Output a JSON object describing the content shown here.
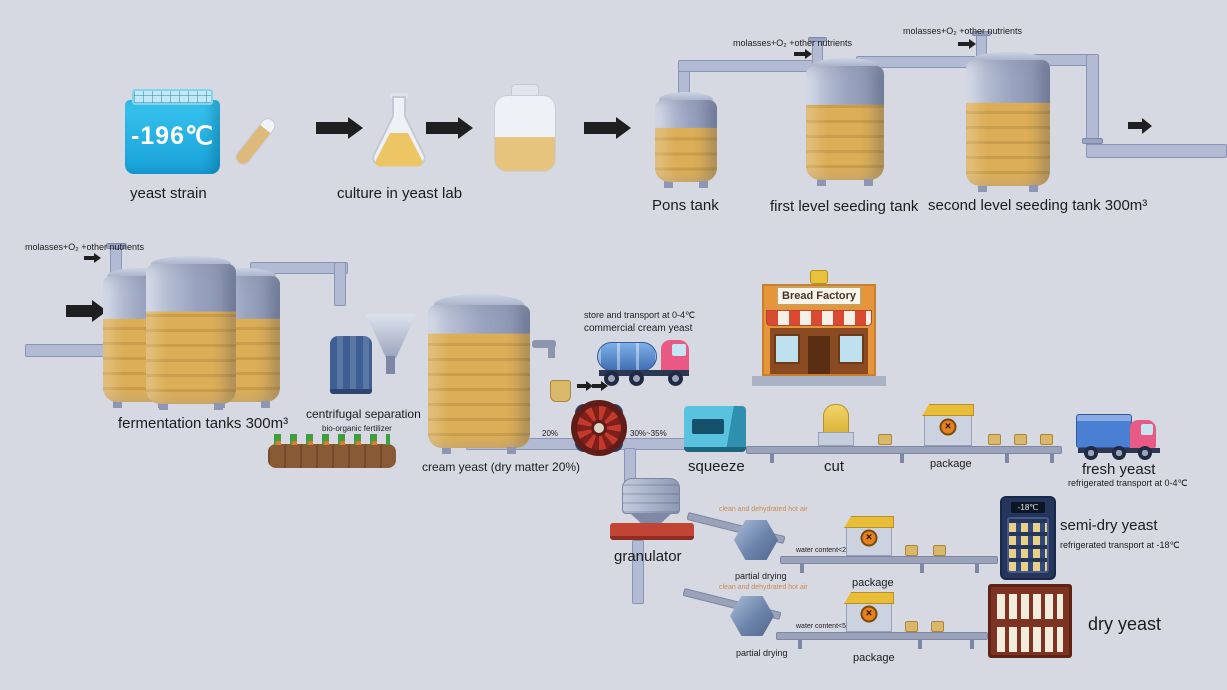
{
  "colors": {
    "background": "#d6d9e2",
    "pipe": "#b2bad4",
    "tank_tan": "#d8a851",
    "tank_grey": "#99a3bf",
    "freezer_blue": "#29b6e8",
    "valve_red": "#c23a2e",
    "truck_pink": "#e85a84",
    "truck_blue": "#4a7fd4",
    "arrow_black": "#1f1f1f"
  },
  "stages": {
    "yeast_strain": {
      "label": "yeast strain",
      "freezer_temp": "-196℃"
    },
    "culture": {
      "label": "culture in yeast lab"
    },
    "pons": {
      "label": "Pons tank"
    },
    "seeding1": {
      "label": "first level seeding tank",
      "feed": "molasses+O₂ +other nutrients"
    },
    "seeding2": {
      "label": "second level seeding tank 300m³",
      "feed": "molasses+O₂ +other nutrients"
    },
    "fermentation": {
      "label": "fermentation tanks 300m³",
      "feed": "molasses+O₂ +other nutrients"
    },
    "separation": {
      "label": "centrifugal separation",
      "byproduct": "bio-organic fertilizer"
    },
    "cream": {
      "label": "cream yeast (dry matter 20%)",
      "pipe_before": "20%",
      "pipe_after": "30%~35%",
      "transport_note": "store and transport at 0-4℃",
      "product": "commercial cream yeast"
    },
    "bread_factory": {
      "sign": "Bread Factory"
    },
    "squeeze": {
      "label": "squeeze"
    },
    "cut": {
      "label": "cut"
    },
    "package_fresh": {
      "label": "package"
    },
    "fresh": {
      "label": "fresh yeast",
      "note": "refrigerated transport at 0-4℃"
    },
    "granulator": {
      "label": "granulator"
    },
    "semidry_line": {
      "hot_air": "clean and dehydrated hot air",
      "drying": "partial drying",
      "water": "water content<20%",
      "package": "package"
    },
    "semidry": {
      "label": "semi-dry yeast",
      "note": "refrigerated transport at -18℃",
      "fridge_temp": "-18℃"
    },
    "dry_line": {
      "hot_air": "clean and dehydrated hot air",
      "drying": "partial drying",
      "water": "water content<5%",
      "package": "package"
    },
    "dry": {
      "label": "dry yeast"
    }
  }
}
